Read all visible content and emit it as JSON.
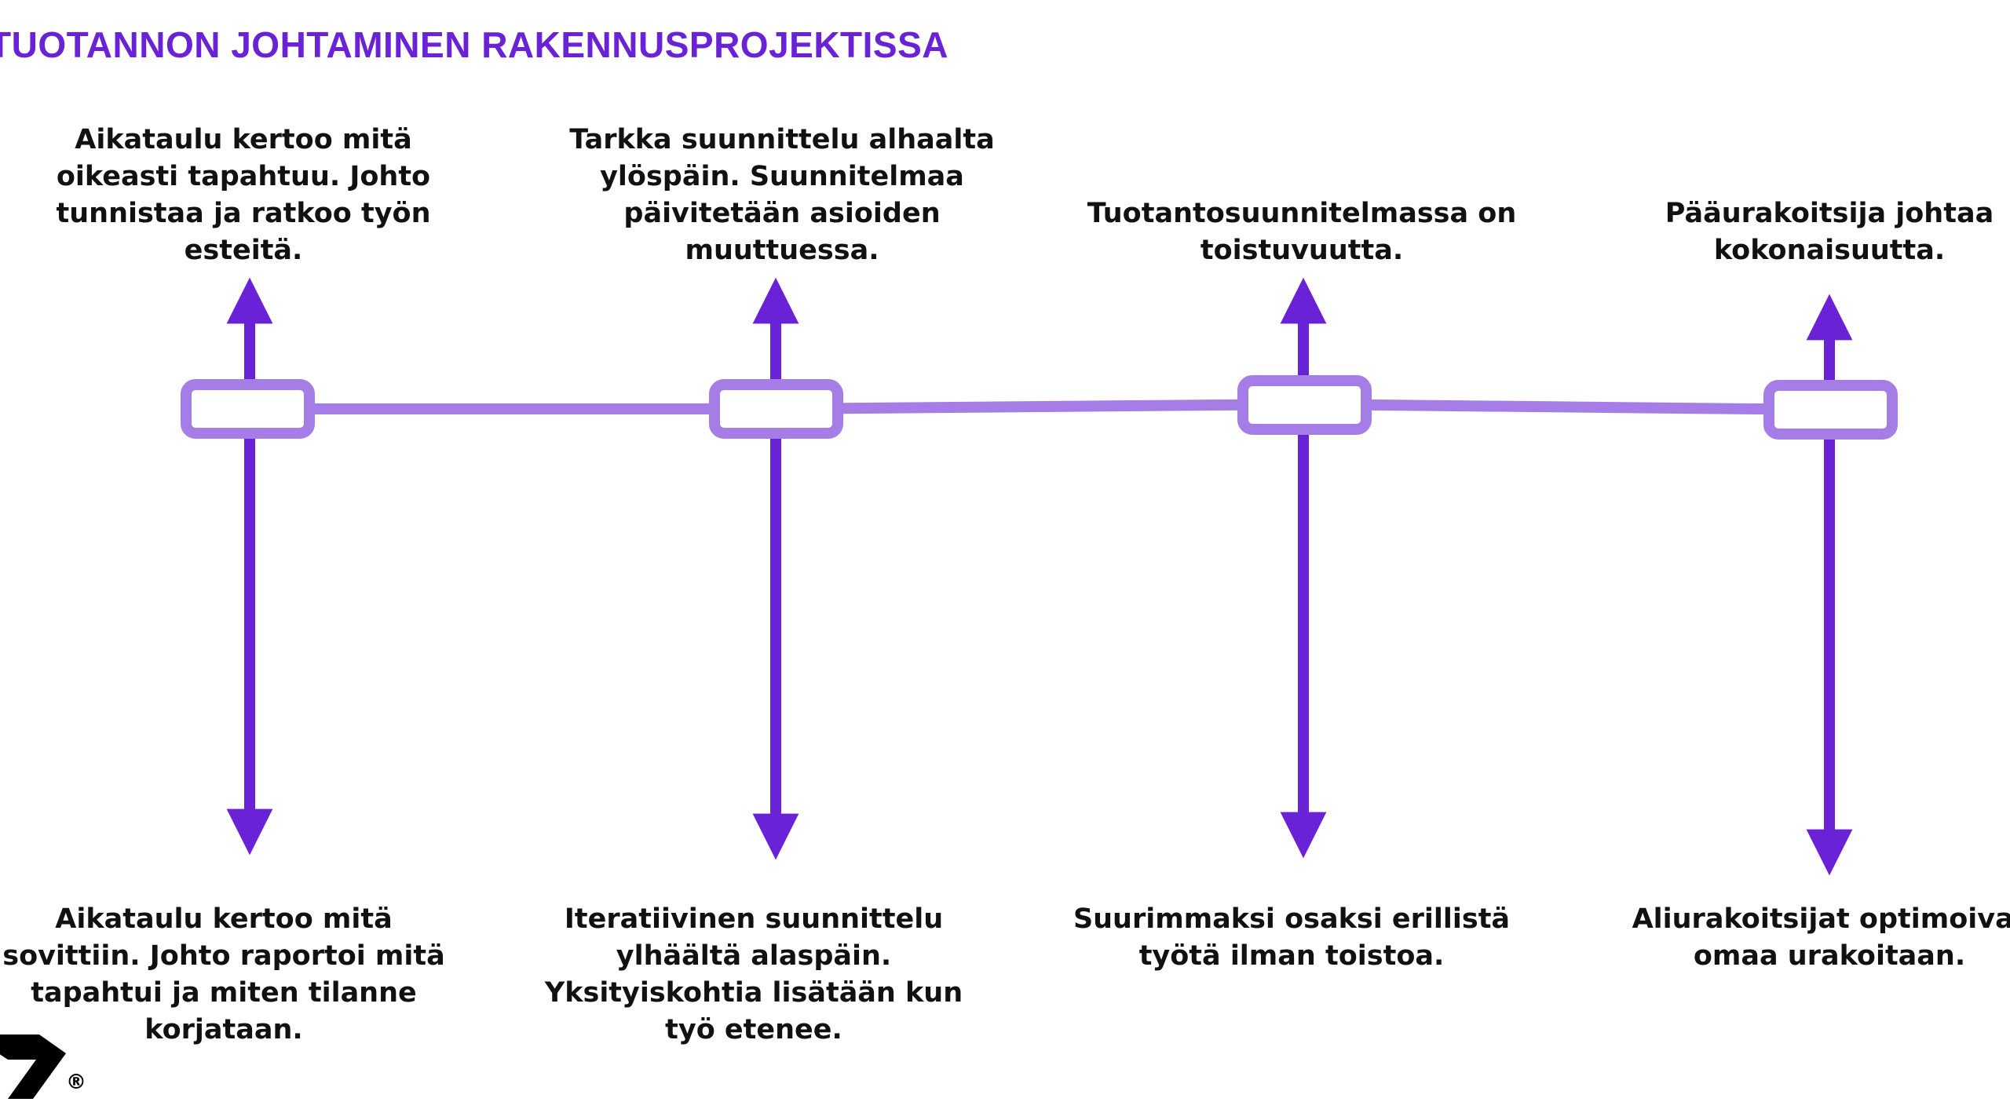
{
  "title": "TUOTANNON JOHTAMINEN RAKENNUSPROJEKTISSA",
  "colors": {
    "title": "#6a22d6",
    "arrow": "#6a22d6",
    "timeline": "#a57de6",
    "text": "#111111"
  },
  "milestones": [
    {
      "top_text": "Aikataulu kertoo mitä oikeasti tapahtuu.  Johto tunnistaa ja ratkoo työn esteitä.",
      "bottom_text": "Aikataulu kertoo mitä sovittiin. Johto raportoi mitä tapahtui ja miten tilanne korjataan."
    },
    {
      "top_text": "Tarkka suunnittelu alhaalta ylöspäin. Suunnitelmaa päivitetään asioiden muuttuessa.",
      "bottom_text": "Iteratiivinen suunnittelu ylhäältä alaspäin. Yksityiskohtia lisätään kun työ etenee."
    },
    {
      "top_text": "Tuotantosuunnitelmassa on toistuvuutta.",
      "bottom_text": "Suurimmaksi osaksi erillistä työtä ilman toistoa."
    },
    {
      "top_text": "Pääurakoitsija johtaa kokonaisuutta.",
      "bottom_text": "Aliurakoitsijat optimoivat omaa urakoitaan."
    }
  ],
  "logo": {
    "registered_mark": "®",
    "icon": "brand-logo-icon"
  }
}
